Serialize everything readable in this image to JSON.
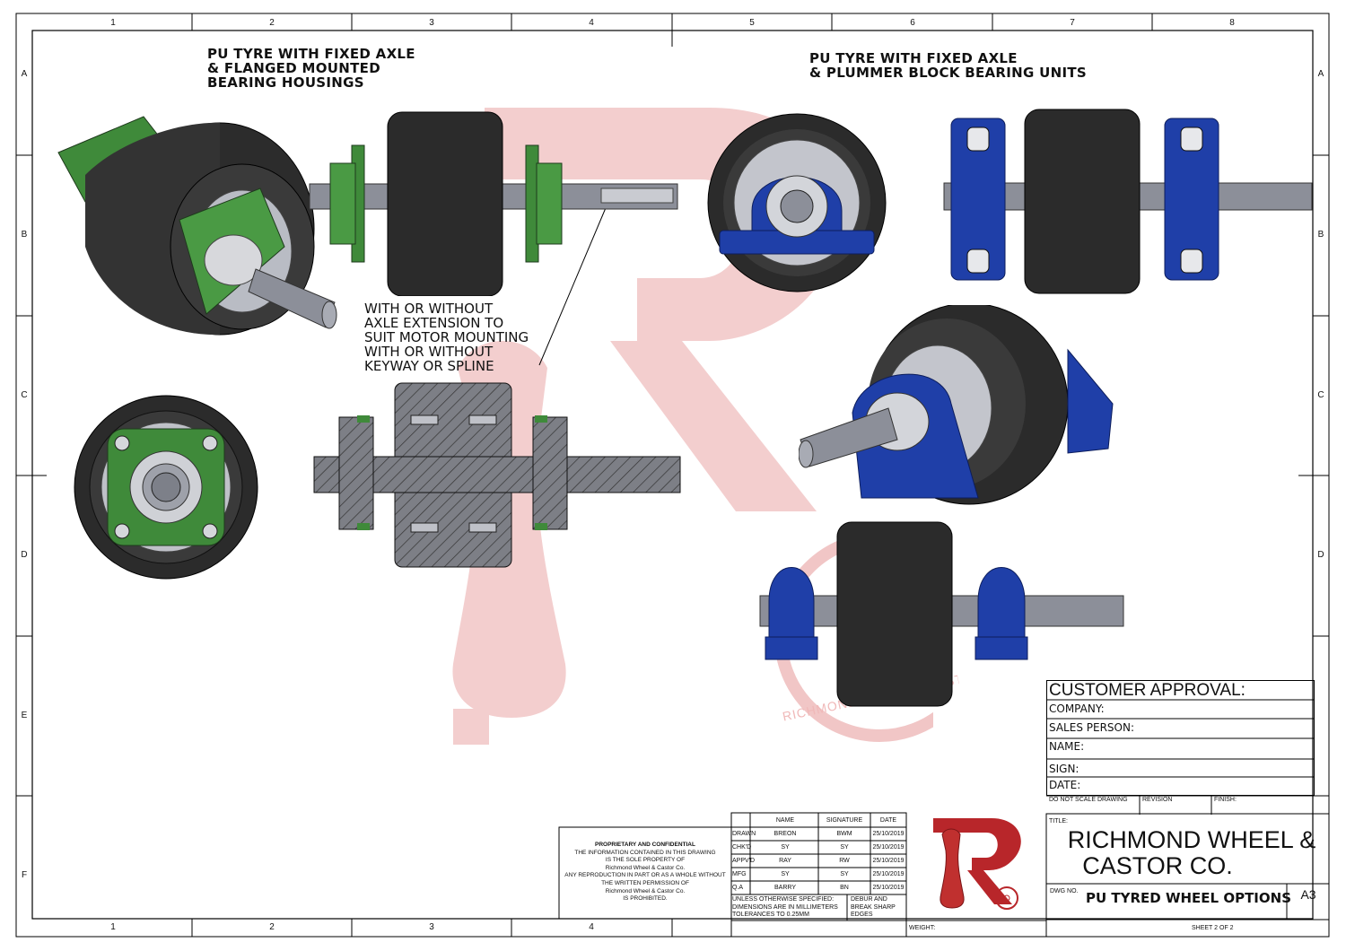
{
  "zones": {
    "columns": [
      "1",
      "2",
      "3",
      "4",
      "5",
      "6",
      "7",
      "8"
    ],
    "rows": [
      "A",
      "B",
      "C",
      "D",
      "E",
      "F"
    ]
  },
  "headings": {
    "left": "PU TYRE WITH FIXED AXLE\n& FLANGED MOUNTED\nBEARING HOUSINGS",
    "right": "PU TYRE WITH FIXED AXLE\n& PLUMMER BLOCK BEARING UNITS"
  },
  "callout": "WITH OR WITHOUT\nAXLE EXTENSION TO\nSUIT MOTOR MOUNTING\nWITH OR WITHOUT\nKEYWAY OR SPLINE",
  "watermark_text": "RICHMOND WHEEL & CASTOR CO.",
  "customer_approval": {
    "title": "CUSTOMER APPROVAL:",
    "fields": [
      "COMPANY:",
      "SALES PERSON:",
      "NAME:",
      "SIGN:",
      "DATE:"
    ]
  },
  "notes_row": {
    "do_not_scale": "DO NOT SCALE DRAWING",
    "revision": "REVISION",
    "finish": "FINISH:"
  },
  "proprietary": {
    "heading": "PROPRIETARY AND CONFIDENTIAL",
    "lines": [
      "THE INFORMATION CONTAINED IN THIS DRAWING",
      "IS THE SOLE PROPERTY OF",
      "Richmond Wheel & Castor Co.",
      "ANY REPRODUCTION IN PART OR AS A WHOLE WITHOUT",
      "THE WRITTEN PERMISSION OF",
      "Richmond Wheel & Castor Co.",
      "IS PROHIBITED."
    ]
  },
  "signoff": {
    "columns": [
      "NAME",
      "SIGNATURE",
      "DATE"
    ],
    "rows": [
      {
        "role": "DRAWN",
        "name": "BREON",
        "signature": "BWM",
        "date": "25/10/2019"
      },
      {
        "role": "CHK'D",
        "name": "SY",
        "signature": "SY",
        "date": "25/10/2019"
      },
      {
        "role": "APPV'D",
        "name": "RAY",
        "signature": "RW",
        "date": "25/10/2019"
      },
      {
        "role": "MFG",
        "name": "SY",
        "signature": "SY",
        "date": "25/10/2019"
      },
      {
        "role": "Q.A",
        "name": "BARRY",
        "signature": "BN",
        "date": "25/10/2019"
      }
    ],
    "tolerance": "UNLESS OTHERWISE SPECIFIED:\nDIMENSIONS ARE IN MILLIMETERS\nTOLERANCES TO 0.25MM",
    "deburr": "DEBUR AND\nBREAK SHARP\nEDGES",
    "weight_label": "WEIGHT:"
  },
  "title_block": {
    "title_label": "TITLE:",
    "company_line1": "RICHMOND WHEEL &",
    "company_line2": "CASTOR CO.",
    "dwg_no_label": "DWG NO.",
    "dwg_title": "PU TYRED WHEEL OPTIONS",
    "size": "A3",
    "sheet": "SHEET 2 OF 2"
  },
  "colors": {
    "tyre": "#2a2a2a",
    "flange_green": "#3f8a3a",
    "plummer_blue": "#1f3fa8",
    "shaft_grey": "#8c8f99",
    "logo_red": "#b8262a",
    "watermark_red": "#e9b6b6"
  }
}
